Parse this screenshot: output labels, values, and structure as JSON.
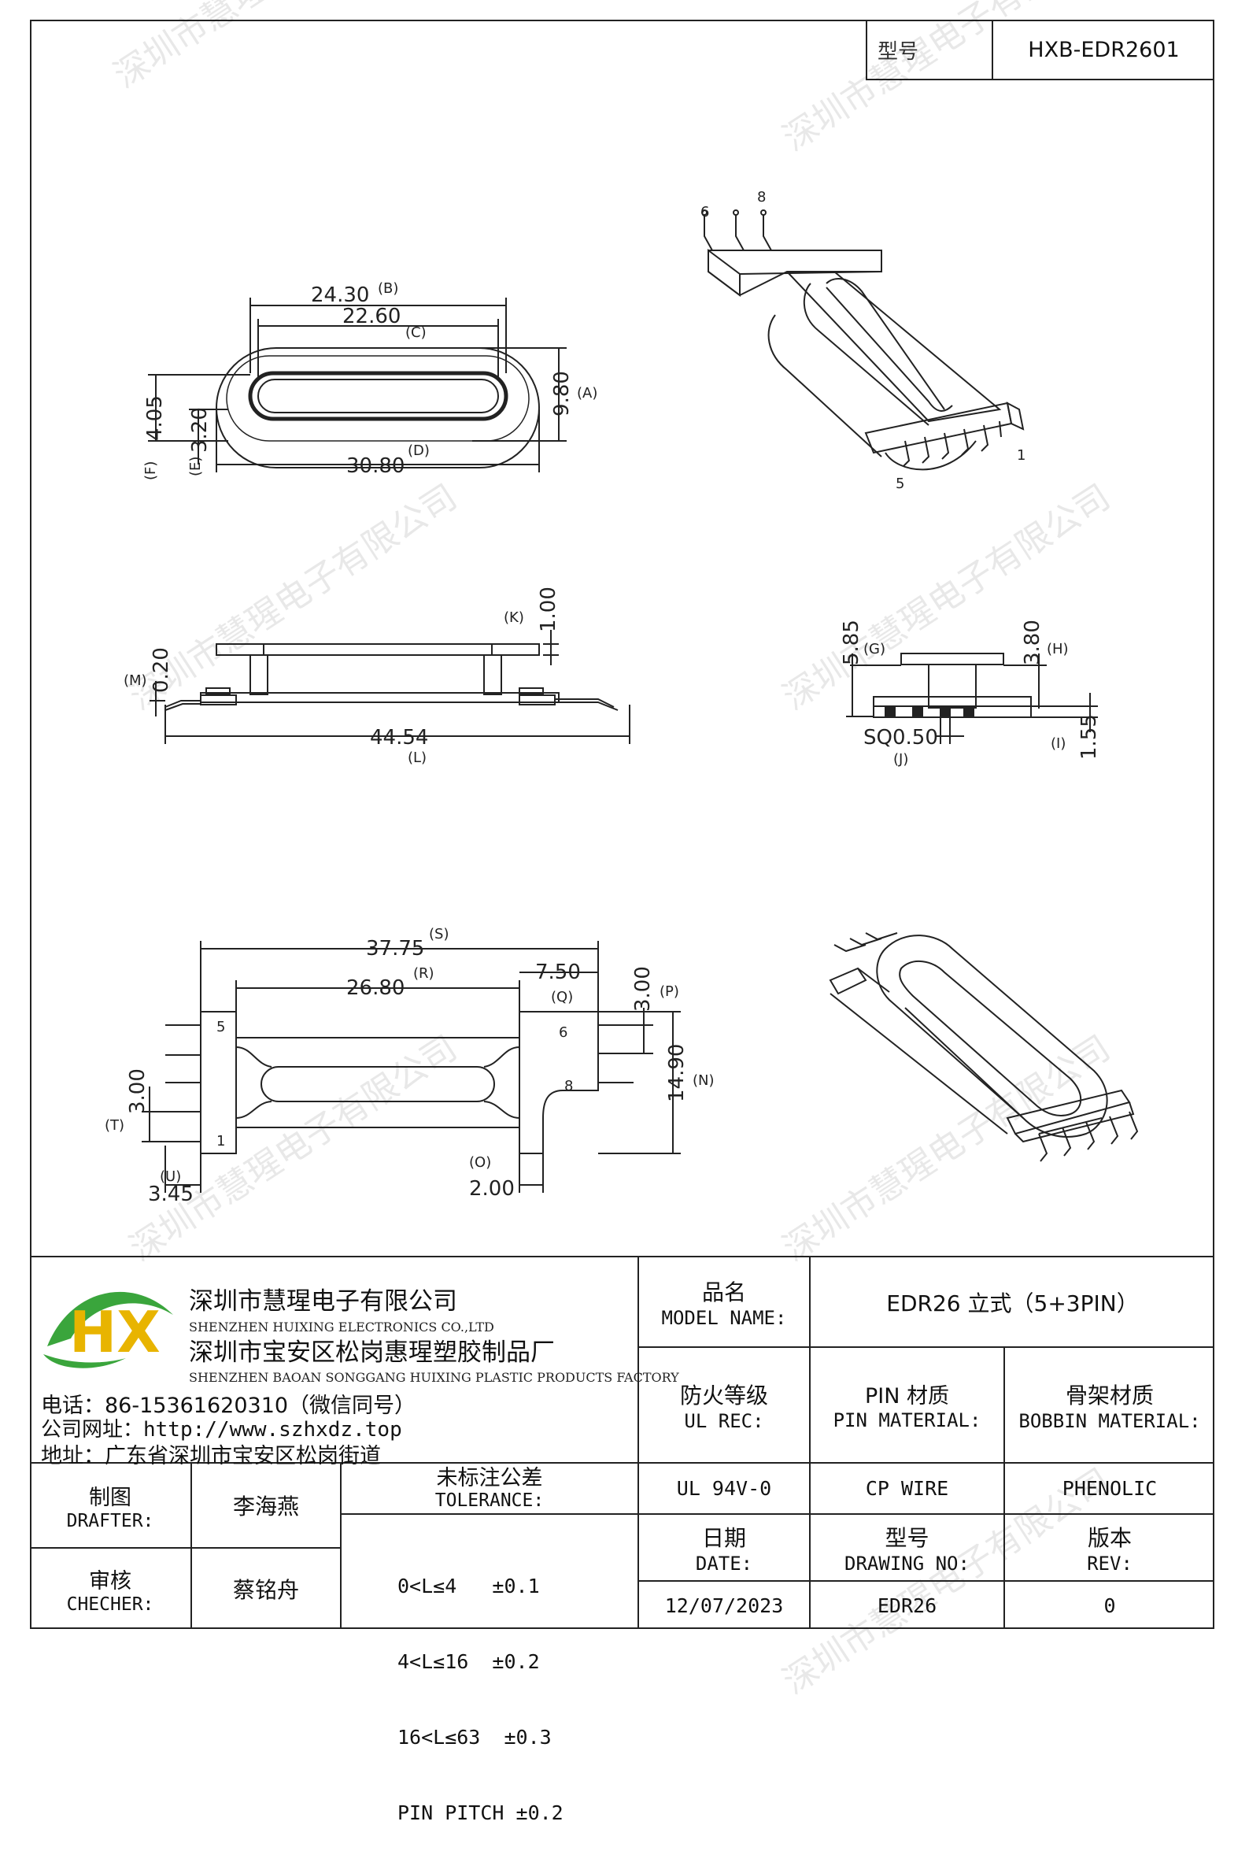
{
  "header": {
    "label_cn": "型号",
    "model": "HXB-EDR2601"
  },
  "watermark": "深圳市慧瑆电子有限公司",
  "views": {
    "top": {
      "dims": {
        "B": "24.30",
        "C": "22.60",
        "A": "9.80",
        "D": "30.80",
        "F": "4.05",
        "E": "3.20"
      },
      "labels": {
        "B": "(B)",
        "C": "(C)",
        "A": "(A)",
        "D": "(D)",
        "F": "(F)",
        "E": "(E)"
      }
    },
    "iso_top": {
      "pin_left": "6",
      "pin_right": "8",
      "pin_bottom_left": "5",
      "pin_bottom_right": "1"
    },
    "side": {
      "dims": {
        "K": "1.00",
        "M": "0.20",
        "L": "44.54"
      },
      "labels": {
        "K": "(K)",
        "M": "(M)",
        "L": "(L)"
      }
    },
    "end": {
      "dims": {
        "G": "5.85",
        "H": "3.80",
        "J": "SQ0.50",
        "I": "1.55"
      },
      "labels": {
        "G": "(G)",
        "H": "(H)",
        "J": "(J)",
        "I": "(I)"
      }
    },
    "bottom": {
      "dims": {
        "S": "37.75",
        "R": "26.80",
        "Q": "7.50",
        "P": "3.00",
        "N": "14.90",
        "T": "3.00",
        "U": "3.45",
        "O": "2.00"
      },
      "labels": {
        "S": "(S)",
        "R": "(R)",
        "Q": "(Q)",
        "P": "(P)",
        "N": "(N)",
        "T": "(T)",
        "U": "(U)",
        "O": "(O)"
      },
      "pins": {
        "p5": "5",
        "p1": "1",
        "p6": "6",
        "p8": "8"
      }
    }
  },
  "titleblock": {
    "company_cn": "深圳市慧瑆电子有限公司",
    "company_en": "SHENZHEN HUIXING ELECTRONICS CO.,LTD",
    "factory_cn": "深圳市宝安区松岗惠瑆塑胶制品厂",
    "factory_en": "SHENZHEN BAOAN SONGGANG HUIXING PLASTIC PRODUCTS FACTORY",
    "phone": "电话：86-15361620310（微信同号）",
    "website": "公司网址：http://www.szhxdz.top",
    "address": "地址：广东省深圳市宝安区松岗街道",
    "logo_letters": "HX",
    "model_name_cn": "品名",
    "model_name_en": "MODEL NAME:",
    "model_name_value": "EDR26 立式（5+3PIN）",
    "ul_cn": "防火等级",
    "ul_en": "UL REC:",
    "pin_cn": "PIN 材质",
    "pin_en": "PIN MATERIAL:",
    "bobbin_cn": "骨架材质",
    "bobbin_en": "BOBBIN MATERIAL:",
    "ul_value": "UL 94V-0",
    "pin_value": "CP WIRE",
    "bobbin_value": "PHENOLIC",
    "drafter_cn": "制图",
    "drafter_en": "DRAFTER:",
    "drafter_name": "李海燕",
    "checker_cn": "审核",
    "checker_en": "CHECHER:",
    "checker_name": "蔡铭舟",
    "tolerance_cn": "未标注公差",
    "tolerance_en": "TOLERANCE:",
    "tol_1": "0<L≤4   ±0.1",
    "tol_2": "4<L≤16  ±0.2",
    "tol_3": "16<L≤63  ±0.3",
    "tol_4": "PIN PITCH ±0.2",
    "date_cn": "日期",
    "date_en": "DATE:",
    "date_value": "12/07/2023",
    "drawing_cn": "型号",
    "drawing_en": "DRAWING NO:",
    "drawing_value": "EDR26",
    "rev_cn": "版本",
    "rev_en": "REV:",
    "rev_value": "0"
  }
}
